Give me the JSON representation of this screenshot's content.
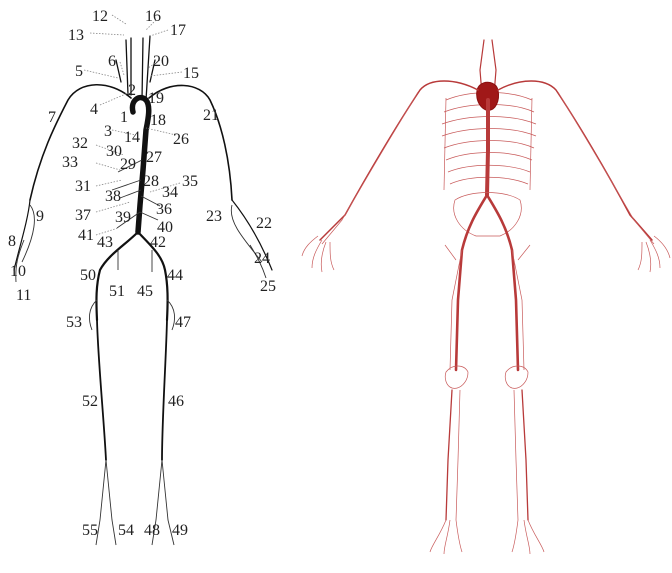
{
  "colors": {
    "schematic": "#111111",
    "anatomy_vessel": "#b83a3a",
    "anatomy_light": "#c85a5a",
    "heart": "#a01818"
  },
  "labels": {
    "l1": "1",
    "l2": "2",
    "l3": "3",
    "l4": "4",
    "l5": "5",
    "l6": "6",
    "l7": "7",
    "l8": "8",
    "l9": "9",
    "l10": "10",
    "l11": "11",
    "l12": "12",
    "l13": "13",
    "l14": "14",
    "l15": "15",
    "l16": "16",
    "l17": "17",
    "l18": "18",
    "l19": "19",
    "l20": "20",
    "l21": "21",
    "l22": "22",
    "l23": "23",
    "l24": "24",
    "l25": "25",
    "l26": "26",
    "l27": "27",
    "l28": "28",
    "l29": "29",
    "l30": "30",
    "l31": "31",
    "l32": "32",
    "l33": "33",
    "l34": "34",
    "l35": "35",
    "l36": "36",
    "l37": "37",
    "l38": "38",
    "l39": "39",
    "l40": "40",
    "l41": "41",
    "l42": "42",
    "l43": "43",
    "l44": "44",
    "l45": "45",
    "l46": "46",
    "l47": "47",
    "l48": "48",
    "l49": "49",
    "l50": "50",
    "l51": "51",
    "l52": "52",
    "l53": "53",
    "l54": "54",
    "l55": "55"
  }
}
